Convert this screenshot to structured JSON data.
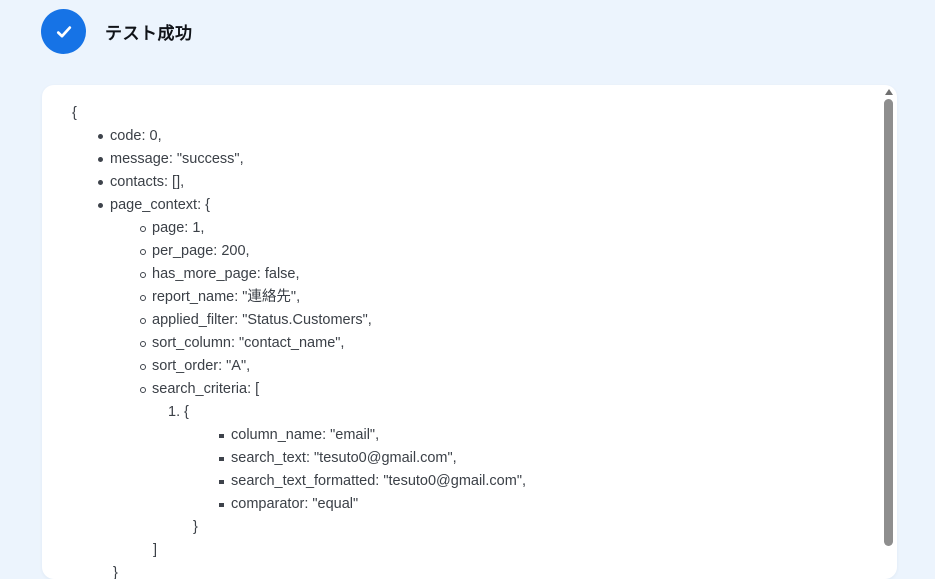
{
  "header": {
    "title": "テスト成功",
    "icon": "check-circle-icon",
    "accent_color": "#1673e6"
  },
  "colors": {
    "page_background": "#ecf4fd",
    "panel_background": "#ffffff",
    "text": "#3b4047",
    "scrollbar_thumb": "#8e8e8e"
  },
  "response_viewer": {
    "lines": [
      {
        "depth": "r",
        "marker": "none",
        "text": "{"
      },
      {
        "depth": "l1",
        "marker": "disc",
        "text": "code: 0,"
      },
      {
        "depth": "l1",
        "marker": "disc",
        "text": "message: \"success\","
      },
      {
        "depth": "l1",
        "marker": "disc",
        "text": "contacts: [],"
      },
      {
        "depth": "l1",
        "marker": "disc",
        "text": "page_context: {"
      },
      {
        "depth": "l2",
        "marker": "circle",
        "text": "page: 1,"
      },
      {
        "depth": "l2",
        "marker": "circle",
        "text": "per_page: 200,"
      },
      {
        "depth": "l2",
        "marker": "circle",
        "text": "has_more_page: false,"
      },
      {
        "depth": "l2",
        "marker": "circle",
        "text": "report_name: \"連絡先\","
      },
      {
        "depth": "l2",
        "marker": "circle",
        "text": "applied_filter: \"Status.Customers\","
      },
      {
        "depth": "l2",
        "marker": "circle",
        "text": "sort_column: \"contact_name\","
      },
      {
        "depth": "l2",
        "marker": "circle",
        "text": "sort_order: \"A\","
      },
      {
        "depth": "l2",
        "marker": "circle",
        "text": "search_criteria: ["
      },
      {
        "depth": "n",
        "marker": "number",
        "number": "1.",
        "text": "{"
      },
      {
        "depth": "l3",
        "marker": "square",
        "text": "column_name: \"email\","
      },
      {
        "depth": "l3",
        "marker": "square",
        "text": "search_text: \"tesuto0@gmail.com\","
      },
      {
        "depth": "l3",
        "marker": "square",
        "text": "search_text_formatted: \"tesuto0@gmail.com\","
      },
      {
        "depth": "l3",
        "marker": "square",
        "text": "comparator: \"equal\""
      },
      {
        "depth": "c3",
        "marker": "none",
        "text": "}"
      },
      {
        "depth": "c2",
        "marker": "none",
        "text": "]"
      },
      {
        "depth": "c1",
        "marker": "none",
        "text": "}"
      }
    ]
  }
}
